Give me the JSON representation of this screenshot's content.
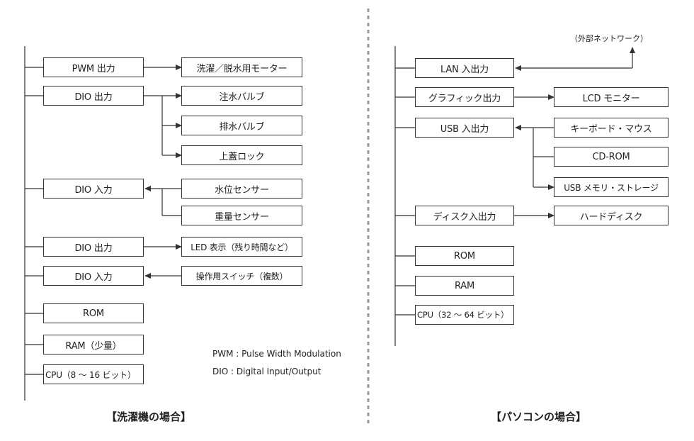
{
  "washer": {
    "caption": "【洗濯機の場合】",
    "boxes": {
      "pwm_out": "PWM 出力",
      "dio_out_1": "DIO 出力",
      "dio_in_1": "DIO 入力",
      "dio_out_2": "DIO 出力",
      "dio_in_2": "DIO 入力",
      "rom": "ROM",
      "ram": "RAM（少量）",
      "cpu": "CPU（8 ～ 16 ビット）",
      "motor": "洗濯／脱水用モーター",
      "inlet_valve": "注水バルブ",
      "drain_valve": "排水バルブ",
      "lid_lock": "上蓋ロック",
      "water_sensor": "水位センサー",
      "weight_sensor": "重量センサー",
      "led_display": "LED 表示（残り時間など）",
      "switches": "操作用スイッチ（複数）"
    },
    "legend": {
      "pwm": "PWM : Pulse Width Modulation",
      "dio": "DIO : Digital Input/Output"
    }
  },
  "pc": {
    "caption": "【パソコンの場合】",
    "external_label": "（外部ネットワーク）",
    "boxes": {
      "lan_io": "LAN 入出力",
      "graphics_out": "グラフィック出力",
      "usb_io": "USB 入出力",
      "disk_io": "ディスク入出力",
      "rom": "ROM",
      "ram": "RAM",
      "cpu": "CPU（32 ～ 64 ビット）",
      "lcd": "LCD モニター",
      "keyboard": "キーボード・マウス",
      "cdrom": "CD-ROM",
      "usb_storage": "USB メモリ・ストレージ",
      "hdd": "ハードディスク"
    }
  },
  "colors": {
    "line": "#333333",
    "divider": "#9a9a9a",
    "text": "#222222"
  }
}
